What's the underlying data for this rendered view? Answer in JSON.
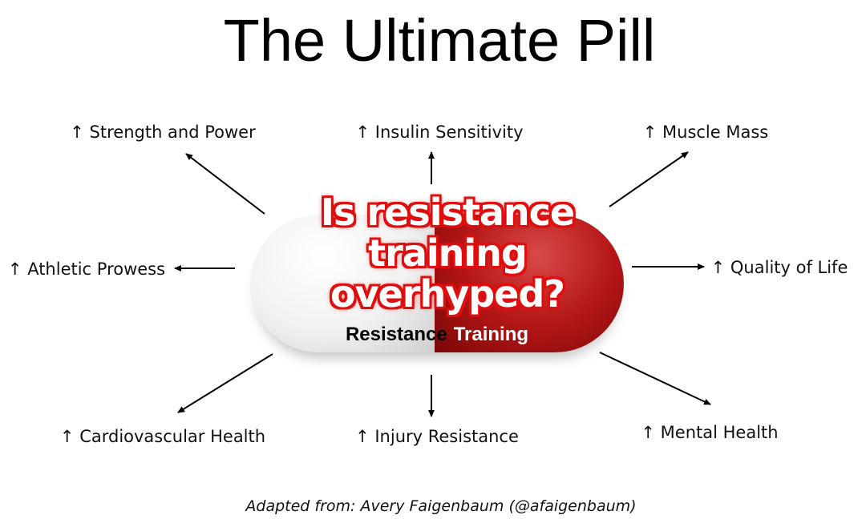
{
  "title": "The Ultimate Pill",
  "pill": {
    "label_left": "Resistance",
    "label_right": "Training"
  },
  "overlay": {
    "lines": [
      "Is resistance",
      "training",
      "overhyped?"
    ]
  },
  "benefits": {
    "strength": "↑ Strength and Power",
    "insulin": "↑ Insulin Sensitivity",
    "muscle": "↑ Muscle Mass",
    "athletic": "↑ Athletic Prowess",
    "quality": "↑ Quality of Life",
    "cardio": "↑ Cardiovascular Health",
    "injury": "↑ Injury Resistance",
    "mental": "↑ Mental Health"
  },
  "footer": "Adapted from: Avery Faigenbaum (@afaigenbaum)"
}
